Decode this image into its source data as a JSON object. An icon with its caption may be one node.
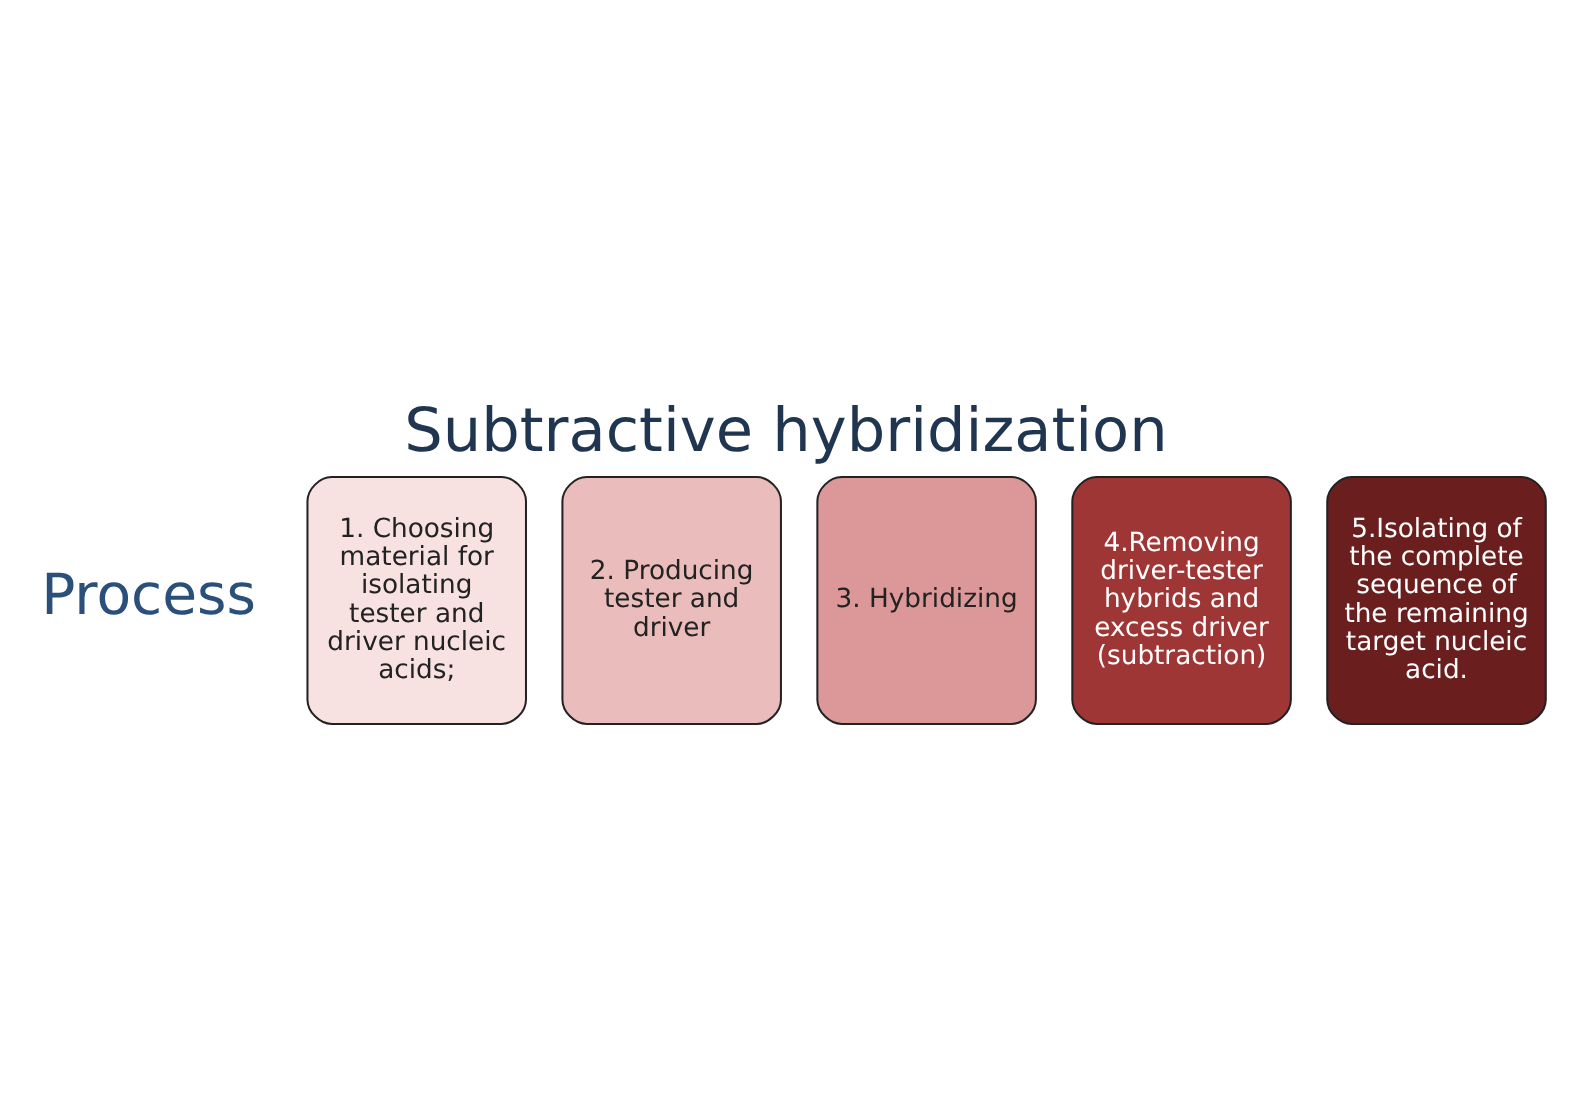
{
  "diagram": {
    "title": "Subtractive hybridization",
    "nodes": [
      {
        "text": [
          "1. Choosing material for isolating tester and driver nucleic acids;"
        ]
      },
      {
        "text": [
          "2. Producing tester and driver"
        ]
      },
      {
        "text": [
          "3. Hybridizing"
        ]
      },
      {
        "text": [
          "4.Removing driver-tester hybrids and excess driver (subtraction)"
        ]
      },
      {
        "text": [
          "5.Isolating of the complete sequence of the remaining target nucleic acid."
        ]
      }
    ],
    "edges": [],
    "labels": [
      "Process"
    ]
  }
}
